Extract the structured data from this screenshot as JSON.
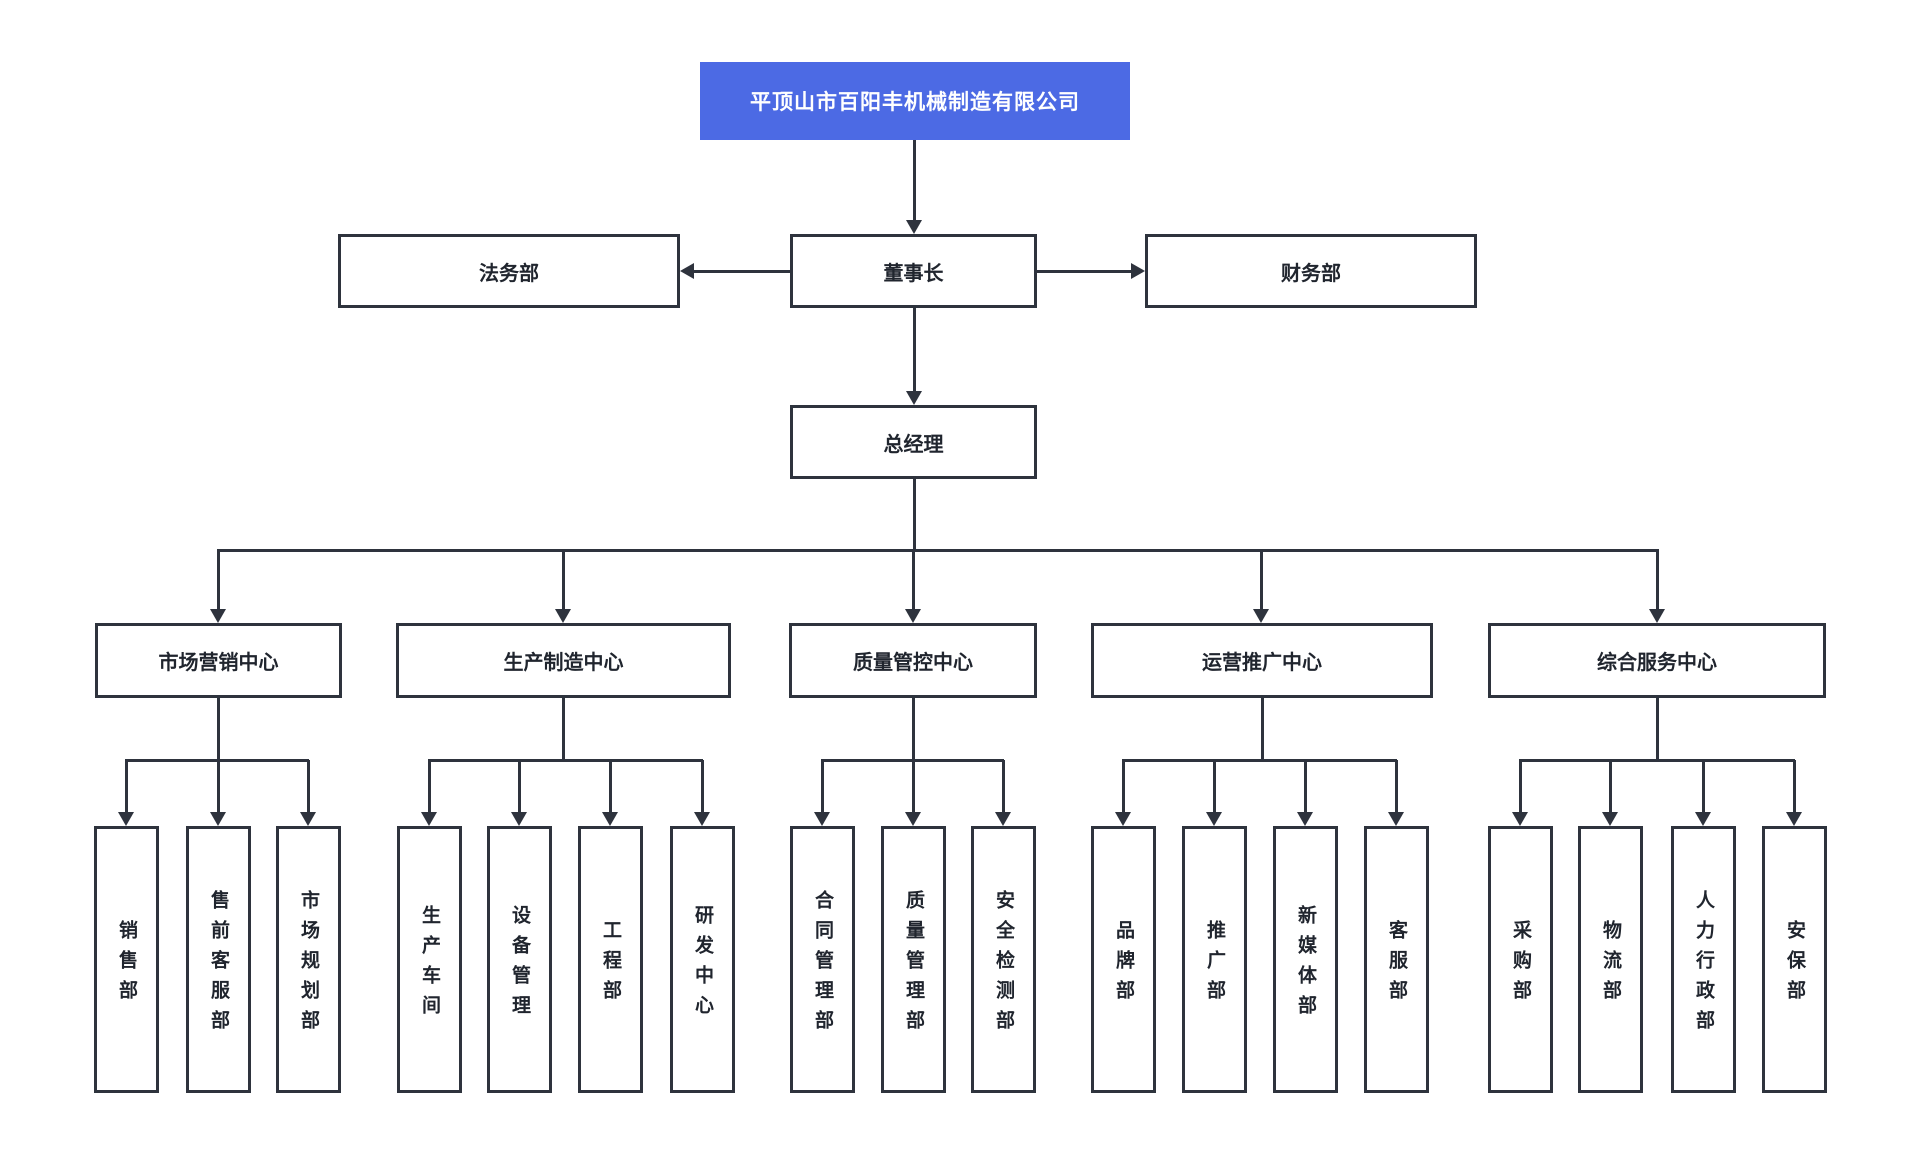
{
  "org": {
    "company": "平顶山市百阳丰机械制造有限公司",
    "chairman": "董事长",
    "legal": "法务部",
    "finance": "财务部",
    "general_manager": "总经理",
    "centers": [
      {
        "label": "市场营销中心",
        "departments": [
          "销售部",
          "售前客服部",
          "市场规划部"
        ]
      },
      {
        "label": "生产制造中心",
        "departments": [
          "生产车间",
          "设备管理",
          "工程部",
          "研发中心"
        ]
      },
      {
        "label": "质量管控中心",
        "departments": [
          "合同管理部",
          "质量管理部",
          "安全检测部"
        ]
      },
      {
        "label": "运营推广中心",
        "departments": [
          "品牌部",
          "推广部",
          "新媒体部",
          "客服部"
        ]
      },
      {
        "label": "综合服务中心",
        "departments": [
          "采购部",
          "物流部",
          "人力行政部",
          "安保部"
        ]
      }
    ]
  },
  "colors": {
    "company_box": "#4C6AE4",
    "company_text": "#FFFFFF",
    "connector": "#2E333D",
    "node_border": "#2E333D",
    "node_text": "#20252E",
    "node_bg": "#FFFFFF",
    "background": "#FFFFFF"
  }
}
